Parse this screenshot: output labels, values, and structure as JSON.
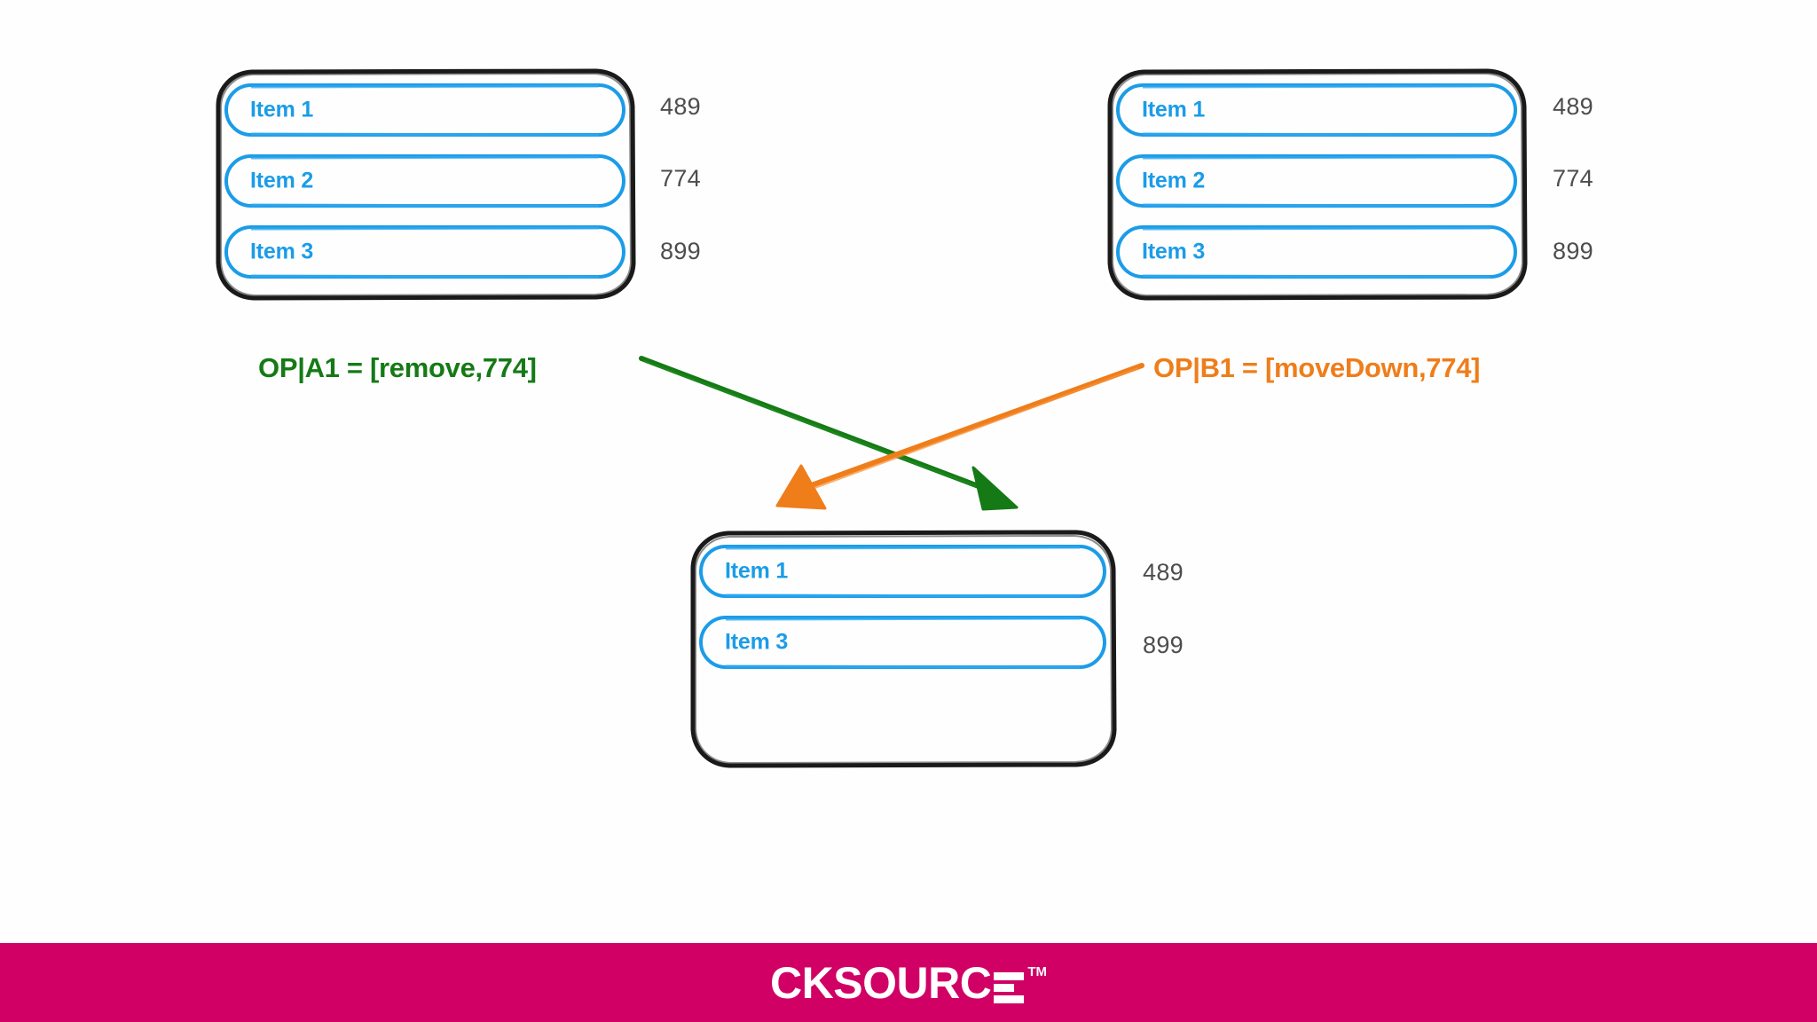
{
  "colors": {
    "item_blue": "#1b9ce8",
    "value_gray": "#4d4d4d",
    "op_a_green": "#157a16",
    "op_b_orange": "#ef7d1a",
    "frame_black": "#1a1a1a",
    "footer_pink": "#d10065",
    "background": "#fefefe"
  },
  "boxes": {
    "client_a": {
      "name": "client-a-list",
      "items": [
        {
          "label": "Item 1",
          "value": "489"
        },
        {
          "label": "Item 2",
          "value": "774"
        },
        {
          "label": "Item 3",
          "value": "899"
        }
      ]
    },
    "client_b": {
      "name": "client-b-list",
      "items": [
        {
          "label": "Item 1",
          "value": "489"
        },
        {
          "label": "Item 2",
          "value": "774"
        },
        {
          "label": "Item 3",
          "value": "899"
        }
      ]
    },
    "result": {
      "name": "result-list",
      "items": [
        {
          "label": "Item 1",
          "value": "489"
        },
        {
          "label": "Item 3",
          "value": "899"
        }
      ]
    }
  },
  "operations": {
    "a": {
      "text": "OP|A1 = [remove,774]",
      "color": "#157a16",
      "arrow_name": "arrow-op-a"
    },
    "b": {
      "text": "OP|B1 = [moveDown,774]",
      "color": "#ef7d1a",
      "arrow_name": "arrow-op-b"
    }
  },
  "footer": {
    "brand_text": "CKSOURC",
    "trademark": "TM"
  }
}
